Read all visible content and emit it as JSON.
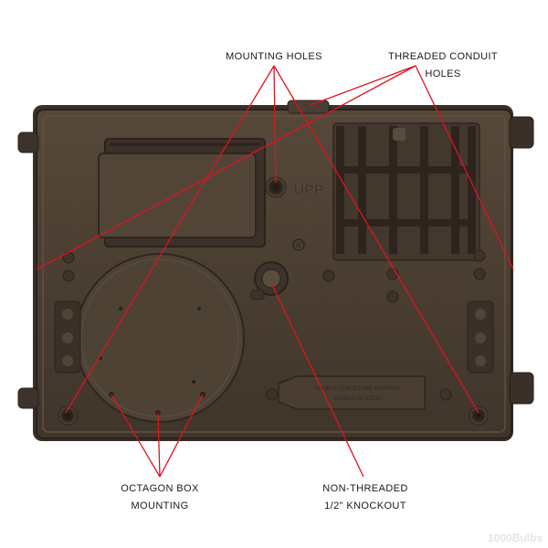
{
  "callouts": {
    "mounting_holes": {
      "lines": [
        "MOUNTING HOLES"
      ]
    },
    "threaded_conduit": {
      "lines": [
        "THREADED CONDUIT",
        "HOLES"
      ]
    },
    "octagon_box": {
      "lines": [
        "OCTAGON BOX",
        "MOUNTING"
      ]
    },
    "knockout": {
      "lines": [
        "NON-THREADED",
        "1/2\" KNOCKOUT"
      ]
    }
  },
  "housing_text": {
    "embossed_logo": "UPP",
    "embossed_mark": "R",
    "plate_line_1": "DOUBLE STRUCTURE MATERIAL",
    "plate_line_2": "STAINLESS STEEL"
  },
  "watermark": "1000Bulbs",
  "colors": {
    "housing": "#4a3e33",
    "housing_dark": "#2e261f",
    "housing_light": "#5e5044",
    "leader_line": "#e0131f",
    "label_text": "#1a1a1a"
  }
}
